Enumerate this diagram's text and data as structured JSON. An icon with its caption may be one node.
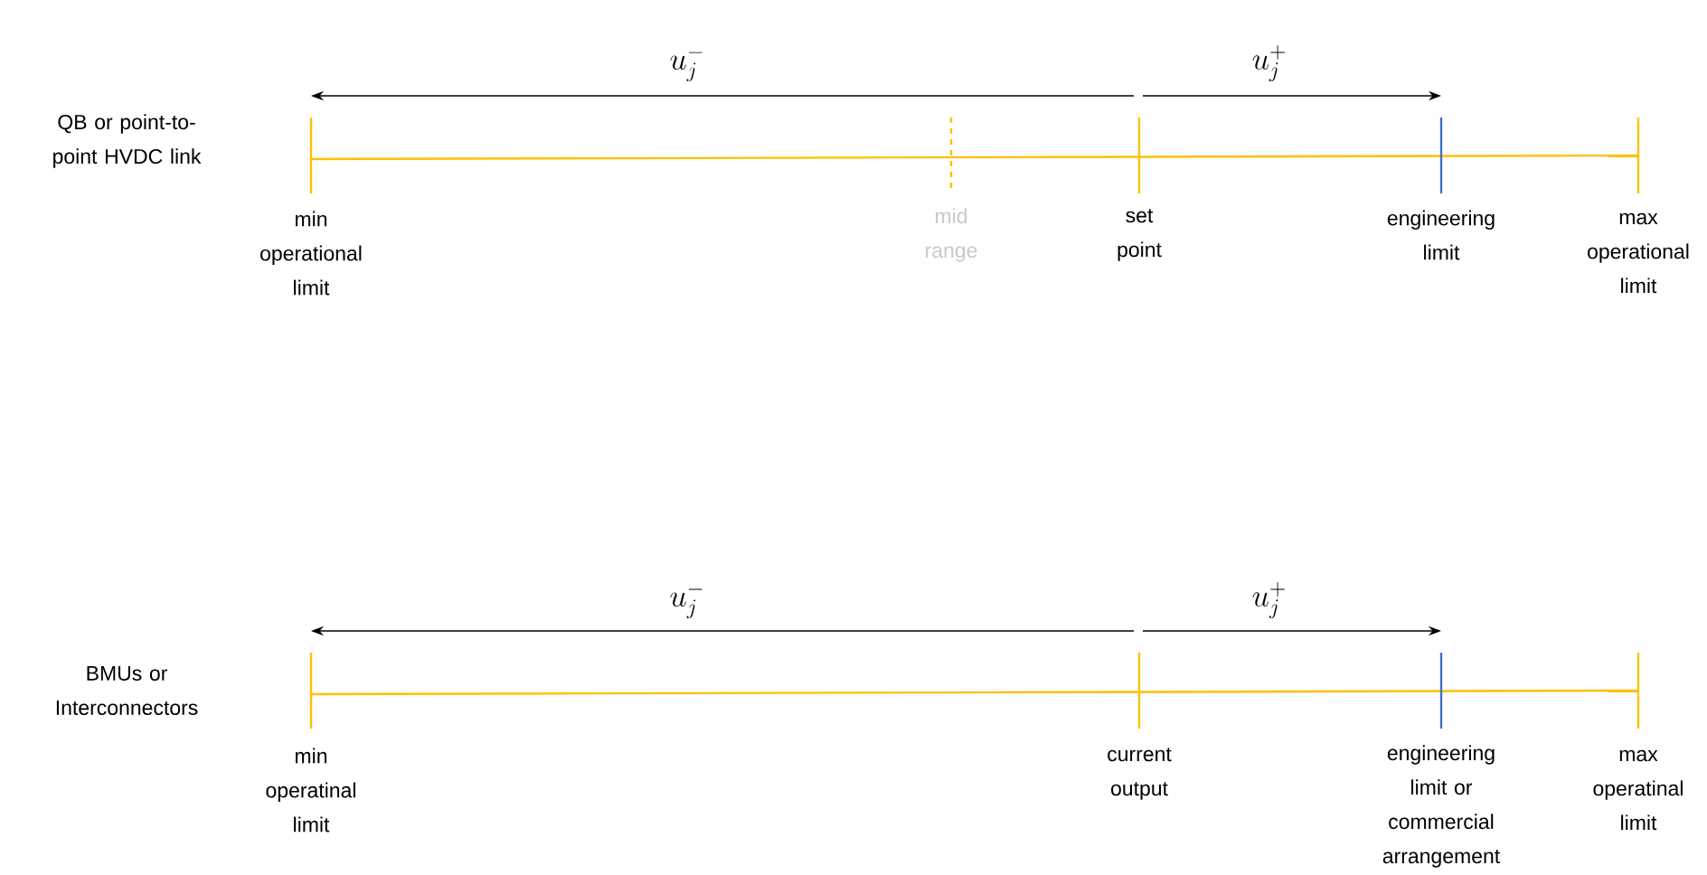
{
  "diagram": {
    "labels": [
      "u_j^-",
      "u_j^+",
      "QB or point-to-point HVDC link",
      "min operational limit",
      "mid range",
      "set point",
      "engineering limit",
      "max operational limit",
      "u_j^-",
      "u_j^+",
      "BMUs or Interconnectors",
      "min operatinal limit",
      "current output",
      "engineering limit or commercial arrangement",
      "max operatinal limit"
    ]
  }
}
